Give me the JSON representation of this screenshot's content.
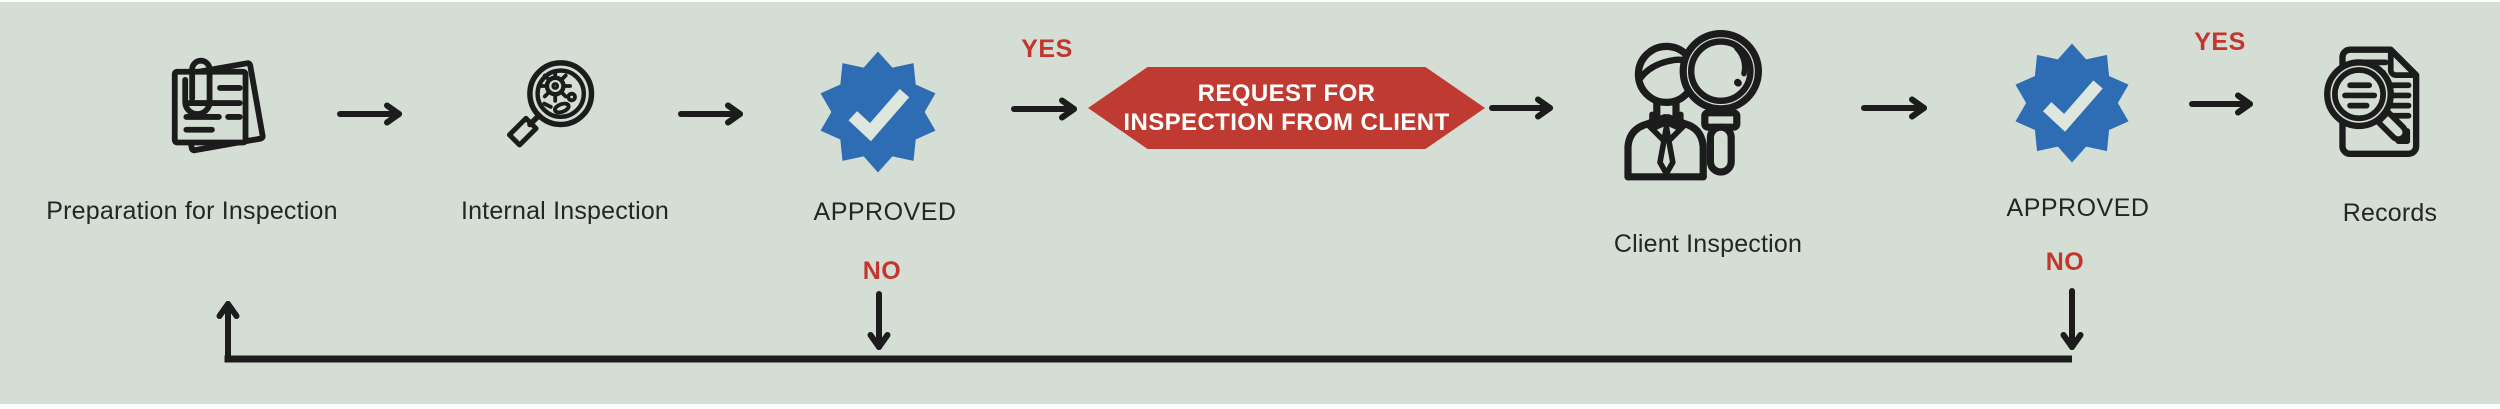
{
  "colors": {
    "bg": "#d5ded5",
    "strip": "#ffffff",
    "ink": "#1c1c1c",
    "label": "#252525",
    "badge_blue": "#2e6cb4",
    "banner_red": "#bf3a30",
    "branch_red": "#c3362d",
    "check": "#dee7de"
  },
  "nodes": {
    "preparation": {
      "label": "Preparation for Inspection",
      "icon": "notepad-icon"
    },
    "internal_inspection": {
      "label": "Internal Inspection",
      "icon": "magnifier-germs-icon"
    },
    "approved_1": {
      "label": "APPROVED",
      "icon": "verified-badge-icon"
    },
    "request_banner": {
      "line1": "REQUEST FOR",
      "line2": "INSPECTION FROM CLIENT"
    },
    "client_inspection": {
      "label": "Client Inspection",
      "icon": "inspector-person-icon"
    },
    "approved_2": {
      "label": "APPROVED",
      "icon": "verified-badge-icon"
    },
    "records": {
      "label": "Records",
      "icon": "document-magnifier-icon"
    }
  },
  "branches": {
    "yes_1": "YES",
    "no_1": "NO",
    "yes_2": "YES",
    "no_2": "NO"
  }
}
